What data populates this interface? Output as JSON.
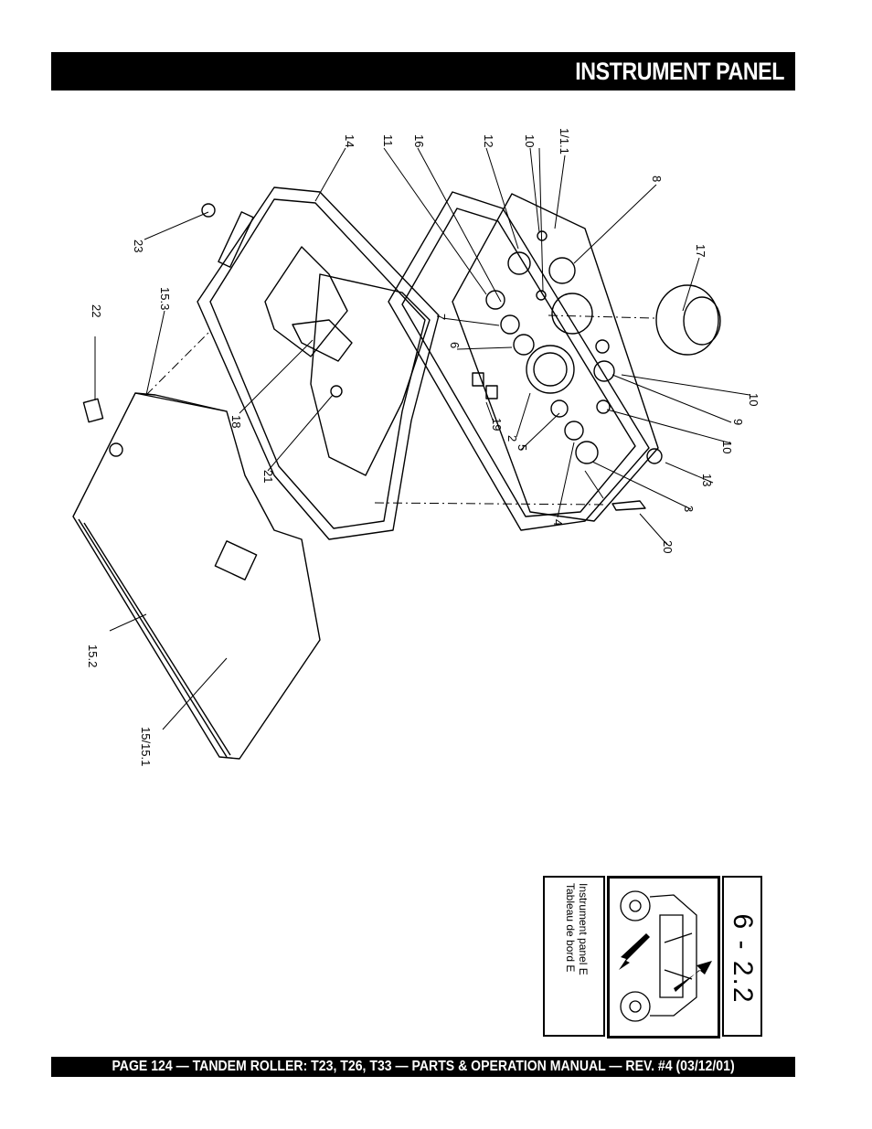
{
  "header": {
    "title": "INSTRUMENT PANEL"
  },
  "footer": {
    "text": "PAGE 124 — TANDEM ROLLER: T23, T26, T33 — PARTS & OPERATION MANUAL — REV. #4 (03/12/01)"
  },
  "callouts": {
    "c14": "14",
    "c11": "11",
    "c16": "16",
    "c12": "12",
    "c10a": "10",
    "c1": "1/1.1",
    "c8": "8",
    "c17": "17",
    "c23": "23",
    "c15_3": "15.3",
    "c22": "22",
    "c7": "7",
    "c6": "6",
    "c10b": "10",
    "c9": "9",
    "c10c": "10",
    "c13": "13",
    "c3": "3",
    "c20": "20",
    "c4": "4",
    "c5": "5",
    "c2": "2",
    "c19": "19",
    "c18": "18",
    "c21": "21",
    "c15_2": "15.2",
    "c15": "15/15.1"
  },
  "thumbnail": {
    "label_line1": "Instrument panel E",
    "label_line2": "Tableau de bord E",
    "section_number": "6 - 2.2"
  }
}
